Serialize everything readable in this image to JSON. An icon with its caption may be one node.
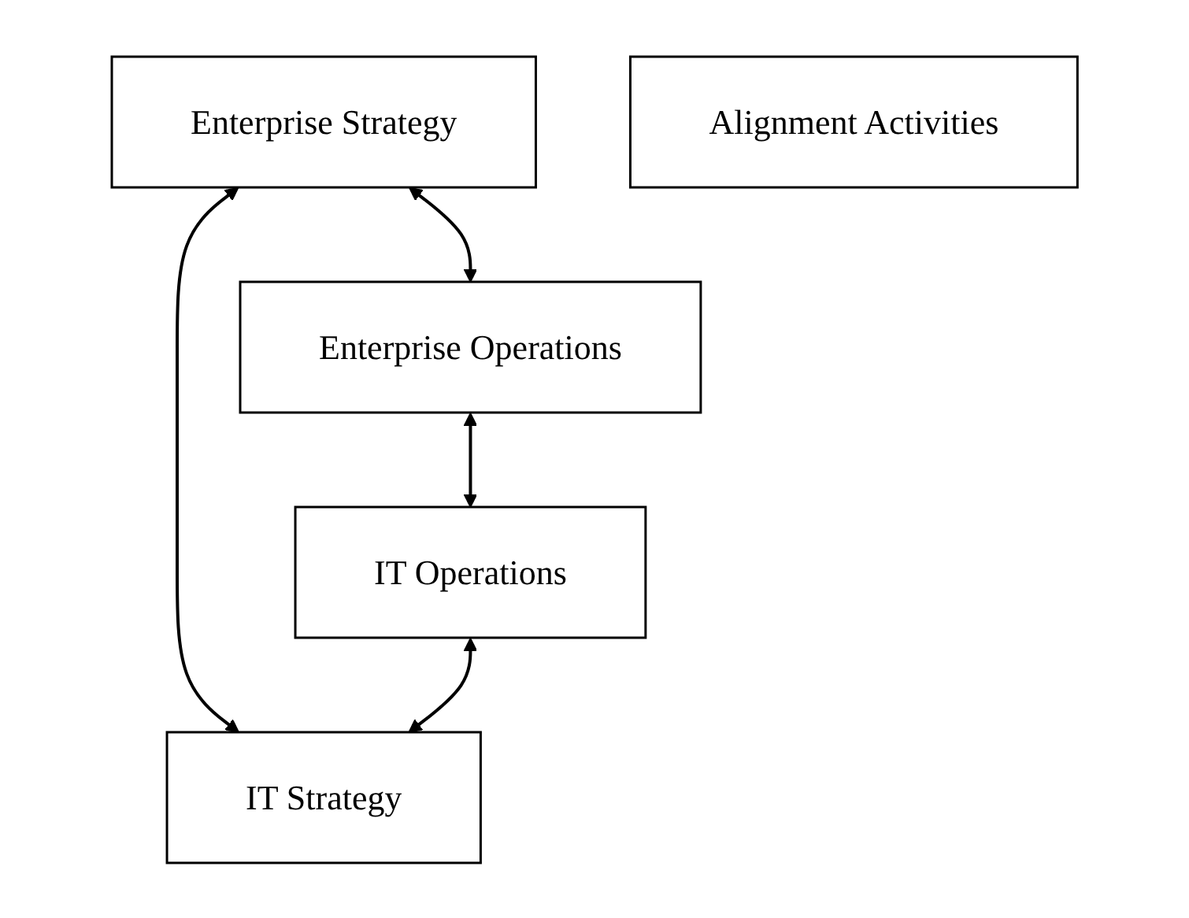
{
  "diagram": {
    "nodes": [
      {
        "text": [
          "Enterprise Strategy"
        ]
      },
      {
        "text": [
          "Enterprise Operations"
        ]
      },
      {
        "text": [
          "Alignment Activities"
        ]
      },
      {
        "text": [
          "IT Strategy"
        ]
      },
      {
        "text": [
          "IT Operations"
        ]
      }
    ],
    "edges": [
      {
        "from": 0,
        "to": 1,
        "arrow": "both"
      },
      {
        "from": 0,
        "to": 3,
        "arrow": "both"
      },
      {
        "from": 1,
        "to": 4,
        "arrow": "both"
      },
      {
        "from": 4,
        "to": 3,
        "arrow": "both"
      }
    ]
  }
}
